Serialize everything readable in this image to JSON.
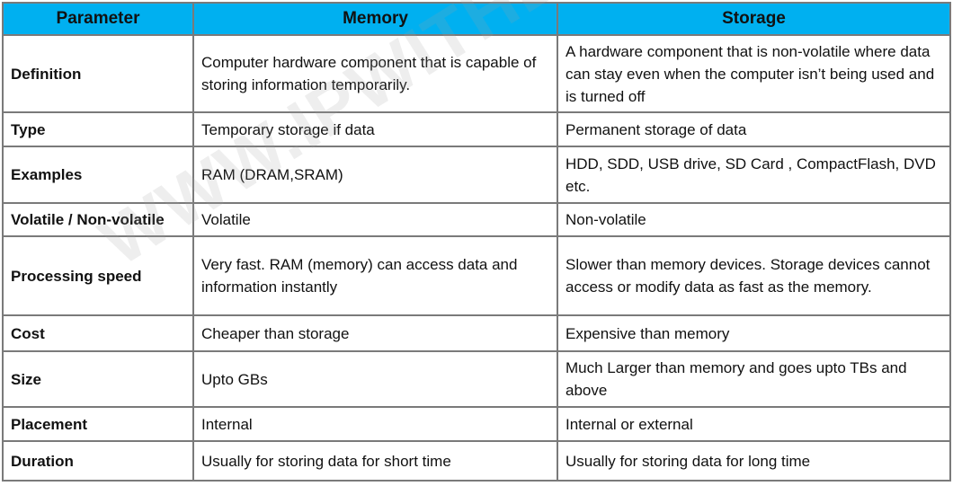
{
  "table": {
    "headers": [
      "Parameter",
      "Memory",
      "Storage"
    ],
    "rows": [
      {
        "param": "Definition",
        "memory": "Computer hardware component that is capable of storing information temporarily.",
        "storage": "A hardware component that is non-volatile where data can stay even when the computer isn’t being used and is turned off",
        "height": 86
      },
      {
        "param": "Type",
        "memory": "Temporary storage if data",
        "storage": "Permanent storage of data",
        "height": 38
      },
      {
        "param": "Examples",
        "memory": "RAM (DRAM,SRAM)",
        "storage": "HDD, SDD, USB drive, SD Card , CompactFlash, DVD etc.",
        "height": 63
      },
      {
        "param": "Volatile / Non-volatile",
        "memory": "Volatile",
        "storage": "Non-volatile",
        "height": 37
      },
      {
        "param": "Processing speed",
        "memory": "Very fast. RAM (memory) can access data and information instantly",
        "storage": "Slower than memory devices. Storage devices cannot access or modify data as fast as the memory.",
        "height": 88
      },
      {
        "param": "Cost",
        "memory": "Cheaper than storage",
        "storage": "Expensive than memory",
        "height": 40
      },
      {
        "param": "Size",
        "memory": "Upto GBs",
        "storage": "Much Larger than memory and goes upto TBs and above",
        "height": 62
      },
      {
        "param": "Placement",
        "memory": "Internal",
        "storage": "Internal or external",
        "height": 38
      },
      {
        "param": "Duration",
        "memory": "Usually for storing data for short time",
        "storage": "Usually for storing data for long time",
        "height": 44
      }
    ]
  },
  "watermark": "WWW.IPWITHEASE.COM",
  "colors": {
    "header_bg": "#00b0f0",
    "border": "#7a7a7a"
  }
}
